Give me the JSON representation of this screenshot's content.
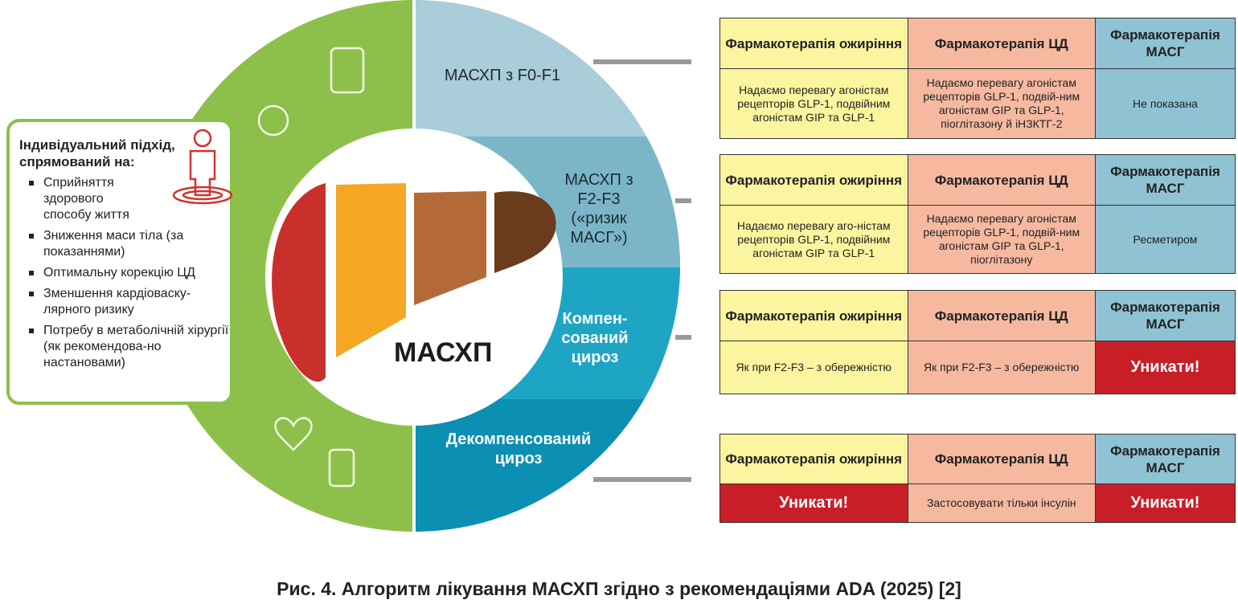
{
  "ring": {
    "center_label": "МАСХП",
    "segments": [
      "МАСХП з F0-F1",
      "МАСХП з F2-F3 («ризик МАСГ»)",
      "Компен-сований цироз",
      "Декомпенсований цироз"
    ]
  },
  "panel": {
    "title": "Індивідуальний підхід, спрямований на:",
    "items": [
      "Сприйняття здорового способу життя",
      "Зниження маси тіла (за показаннями)",
      "Оптимальну корекцію ЦД",
      "Зменшення кардіоваску-лярного ризику",
      "Потребу в метаболічній хірургії (як рекомендова-но настановами)"
    ]
  },
  "headers": [
    "Фармакотерапія ожиріння",
    "Фармакотерапія ЦД",
    "Фармакотерапія МАСГ"
  ],
  "tables": [
    {
      "cells": [
        "Надаємо перевагу агоністам рецепторів GLP-1, подвійним агоністам GIP та GLP-1",
        "Надаємо перевагу агоністам рецепторів GLP-1, подвій-ним агоністам GIP та GLP-1, піоглітазону й іНЗКТГ-2",
        "Не показана"
      ]
    },
    {
      "cells": [
        "Надаємо перевагу аго-ністам рецепторів GLP-1, подвійним агоністам GIP та GLP-1",
        "Надаємо перевагу агоністам рецепторів GLP-1, подвій-ним агоністам GIP та GLP-1, піоглітазону",
        "Ресметиром"
      ]
    },
    {
      "cells": [
        "Як при F2-F3 – з обережністю",
        "Як при F2-F3 – з обережністю",
        "Уникати!"
      ]
    },
    {
      "cells": [
        "Уникати!",
        "Застосовувати тільки інсулін",
        "Уникати!"
      ]
    }
  ],
  "caption": "Рис. 4. Алгоритм лікування МАСХП згідно з рекомендаціями ADA (2025) [2]",
  "colors": {
    "green": "#8dc04a",
    "seg1": "#a9cdd9",
    "seg2": "#7ab6c8",
    "seg3": "#1fa5c4",
    "seg4": "#0b8fb3",
    "avoid": "#c81e28"
  }
}
